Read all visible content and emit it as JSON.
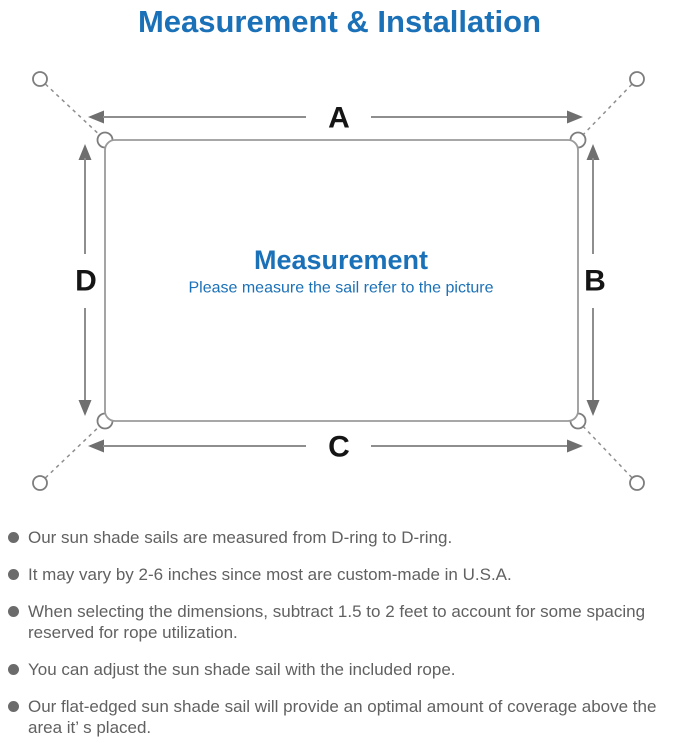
{
  "title": "Measurement & Installation",
  "diagram": {
    "center_title": "Measurement",
    "center_subtitle": "Please measure the sail refer to the picture",
    "edge_labels": {
      "top": "A",
      "right": "B",
      "bottom": "C",
      "left": "D"
    }
  },
  "notes": [
    "Our sun shade sails are measured from D-ring to D-ring.",
    "It may vary by 2-6 inches since most are custom-made in U.S.A.",
    "When selecting the dimensions, subtract 1.5 to 2 feet to account for some spacing reserved for rope utilization.",
    "You can adjust the sun shade sail with the included rope.",
    "Our flat-edged sun shade sail will provide an optimal amount of coverage above the area it’ s placed."
  ],
  "colors": {
    "accent-blue": "#1b71b8",
    "diagram-line": "#8e8e8e",
    "diagram-arrow": "#6f6f6f",
    "label-black": "#151515",
    "note-text": "#616161"
  }
}
